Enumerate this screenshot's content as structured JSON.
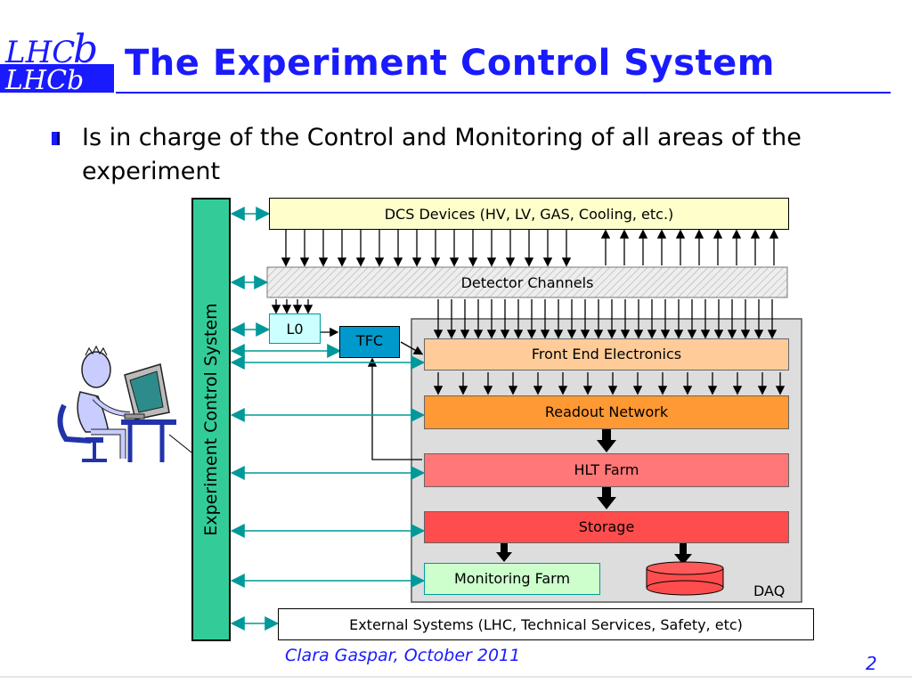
{
  "slide": {
    "title": "The Experiment Control System",
    "bullet": "Is in charge of the Control and Monitoring of all areas of the experiment",
    "author": "Clara Gaspar, October 2011",
    "page_number": "2",
    "logo_text": "LHCb"
  },
  "diagram": {
    "ecs": "Experiment Control System",
    "dcs_devices": "DCS Devices (HV, LV, GAS, Cooling, etc.)",
    "detector_channels": "Detector Channels",
    "l0": "L0",
    "tfc": "TFC",
    "front_end": "Front End Electronics",
    "readout_network": "Readout Network",
    "hlt_farm": "HLT Farm",
    "storage": "Storage",
    "monitoring_farm": "Monitoring Farm",
    "daq": "DAQ",
    "external_systems": "External Systems (LHC, Technical Services, Safety, etc)"
  },
  "colors": {
    "title": "#1a1aff",
    "ecs_bar": "#33cc99",
    "dcs_box": "#ffffcc",
    "front_end": "#ffcc99",
    "readout": "#ff9933",
    "hlt": "#ff7777",
    "storage": "#ff4d4d",
    "monitoring": "#ccffcc",
    "l0": "#ccffff",
    "tfc": "#0099cc",
    "daq_bg": "#dddddd",
    "arrow_teal": "#009999"
  },
  "icons": [
    "lhcb-logo",
    "bullet-square-icon",
    "operator-at-computer-illustration",
    "storage-disk-icon"
  ]
}
